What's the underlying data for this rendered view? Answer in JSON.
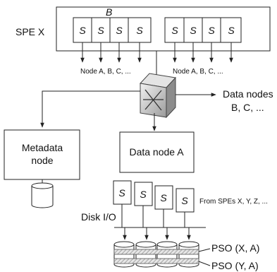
{
  "spe": {
    "label": "SPE X",
    "buffer_label": "B",
    "slot_label": "S",
    "left_group_caption": "Node A, B, C, ...",
    "right_group_caption": "Node A, B, C, ..."
  },
  "nodes": {
    "data_nodes_line1": "Data nodes",
    "data_nodes_line2": "B, C, ...",
    "metadata_line1": "Metadata",
    "metadata_line2": "node",
    "data_node_a": "Data node A"
  },
  "storage": {
    "slot_label": "S",
    "from_spes": "From SPEs X, Y, Z, ...",
    "disk_io": "Disk I/O",
    "pso_xa": "PSO (X, A)",
    "pso_ya": "PSO (Y, A)"
  }
}
